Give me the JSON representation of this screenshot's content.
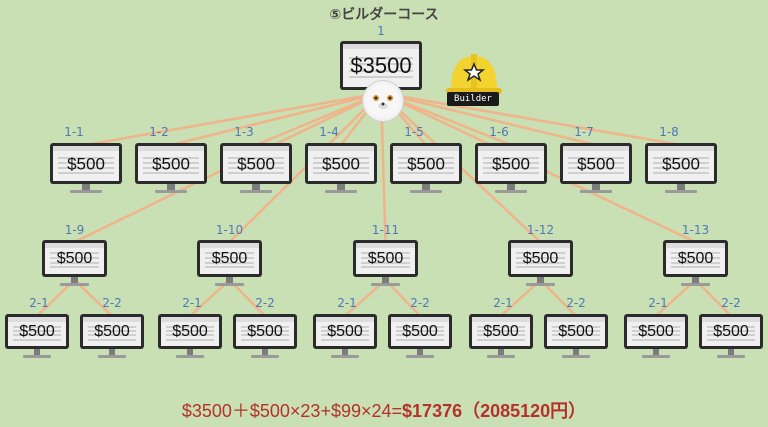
{
  "title": "⑤ビルダーコース",
  "top": {
    "label": "1",
    "price": "$3500"
  },
  "level1": [
    {
      "label": "1-1",
      "price": "$500"
    },
    {
      "label": "1-2",
      "price": "$500"
    },
    {
      "label": "1-3",
      "price": "$500"
    },
    {
      "label": "1-4",
      "price": "$500"
    },
    {
      "label": "1-5",
      "price": "$500"
    },
    {
      "label": "1-6",
      "price": "$500"
    },
    {
      "label": "1-7",
      "price": "$500"
    },
    {
      "label": "1-8",
      "price": "$500"
    }
  ],
  "level2": [
    {
      "label": "1-9",
      "price": "$500"
    },
    {
      "label": "1-10",
      "price": "$500"
    },
    {
      "label": "1-11",
      "price": "$500"
    },
    {
      "label": "1-12",
      "price": "$500"
    },
    {
      "label": "1-13",
      "price": "$500"
    }
  ],
  "level3": [
    {
      "label": "2-1",
      "price": "$500"
    },
    {
      "label": "2-2",
      "price": "$500"
    },
    {
      "label": "2-1",
      "price": "$500"
    },
    {
      "label": "2-2",
      "price": "$500"
    },
    {
      "label": "2-1",
      "price": "$500"
    },
    {
      "label": "2-2",
      "price": "$500"
    },
    {
      "label": "2-1",
      "price": "$500"
    },
    {
      "label": "2-2",
      "price": "$500"
    },
    {
      "label": "2-1",
      "price": "$500"
    },
    {
      "label": "2-2",
      "price": "$500"
    }
  ],
  "badge": "Builder",
  "formula": {
    "expr": "$3500＋$500×23+$99×24=",
    "total": "$17376",
    "yen": "（2085120円）"
  },
  "colors": {
    "background": "#c9dfb4",
    "connector": "#f1b48a",
    "label": "#4f79b5",
    "formula": "#b5312b"
  }
}
